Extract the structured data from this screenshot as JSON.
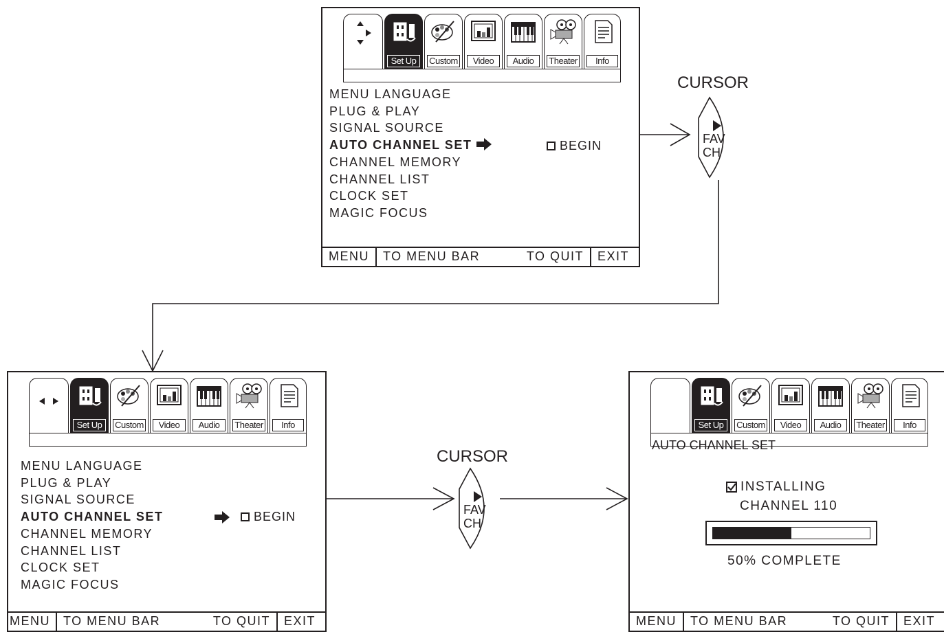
{
  "tabs": [
    "Set Up",
    "Custom",
    "Video",
    "Audio",
    "Theater",
    "Info"
  ],
  "menu_items": [
    "MENU LANGUAGE",
    "PLUG & PLAY",
    "SIGNAL SOURCE",
    "AUTO CHANNEL SET",
    "CHANNEL MEMORY",
    "CHANNEL LIST",
    "CLOCK SET",
    "MAGIC FOCUS"
  ],
  "selected_index": 3,
  "begin_label": "BEGIN",
  "footer": {
    "menu": "MENU",
    "to_menu_bar": "TO MENU BAR",
    "to_quit": "TO QUIT",
    "exit": "EXIT"
  },
  "cursor_label": "CURSOR",
  "remote_key": {
    "line1": "FAV",
    "line2": "CH"
  },
  "install_screen": {
    "title": "AUTO CHANNEL SET",
    "installing": "INSTALLING",
    "channel": "CHANNEL 110",
    "progress_fraction": 0.5,
    "complete": "50% COMPLETE"
  },
  "colors": {
    "ink": "#231f20",
    "background": "#ffffff"
  }
}
